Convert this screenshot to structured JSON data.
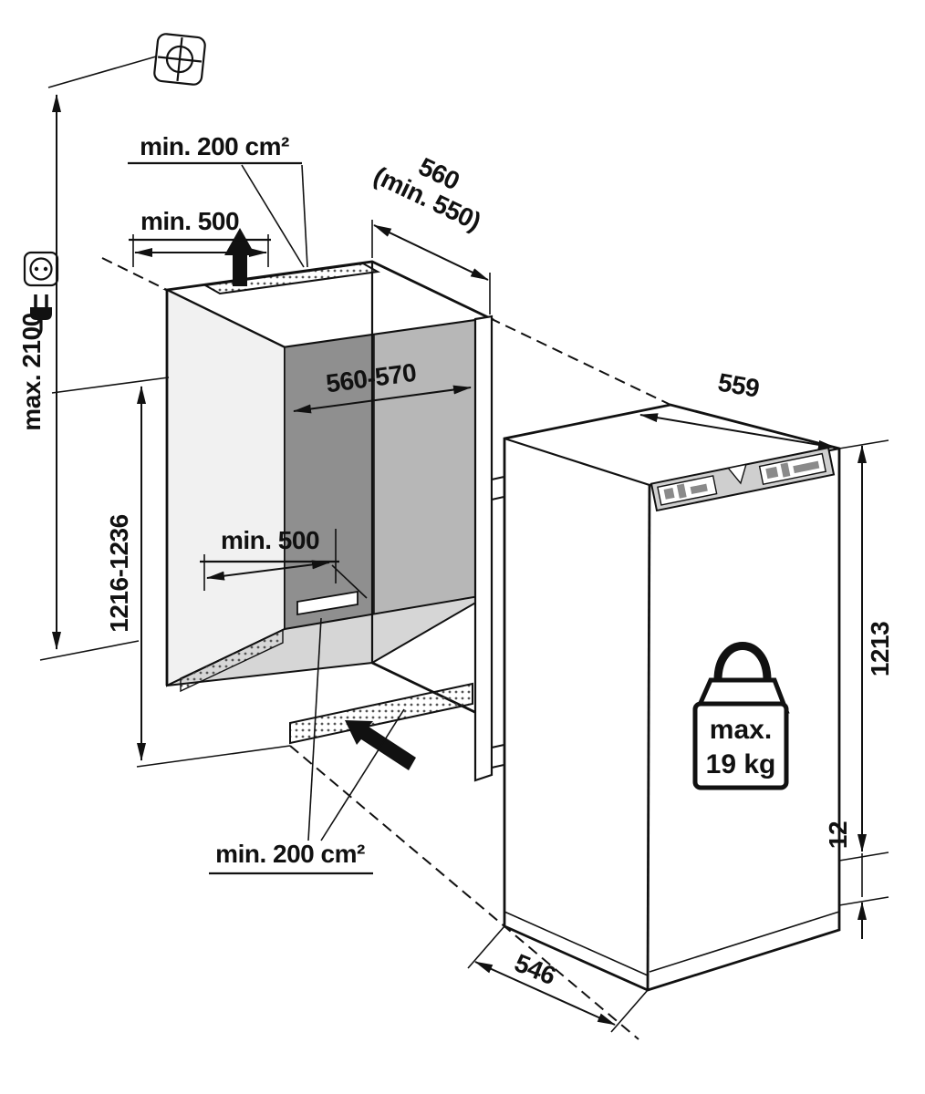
{
  "diagram": {
    "type": "appliance-installation-dimension-drawing",
    "labels": {
      "vent_top": "min. 200 cm²",
      "clearance_top": "min. 500",
      "niche_depth_line1": "560",
      "niche_depth_line2": "(min. 550)",
      "ceiling_height": "max. 2100",
      "niche_width": "560-570",
      "niche_height": "1216-1236",
      "clearance_bottom": "min. 500",
      "vent_bottom": "min. 200 cm²",
      "appliance_width": "559",
      "appliance_height": "1213",
      "bottom_gap": "12",
      "appliance_depth": "546",
      "door_weight_line1": "max.",
      "door_weight_line2": "19 kg"
    },
    "icons": {
      "screw": "wall-fixing-cross-icon",
      "outlet": "power-outlet-icon",
      "plug": "power-plug-icon",
      "weight": "max-door-weight-icon",
      "airflow_top": "airflow-up-arrow",
      "airflow_bottom": "airflow-in-arrow"
    },
    "colors": {
      "line": "#111111",
      "wall_dark": "#8f8f8f",
      "wall_mid": "#b7b7b7",
      "wall_light": "#f1f1f1",
      "floor": "#d6d6d6",
      "panel_fill": "#cfcfcf",
      "vent_dots": "#555555",
      "background": "#ffffff"
    }
  }
}
